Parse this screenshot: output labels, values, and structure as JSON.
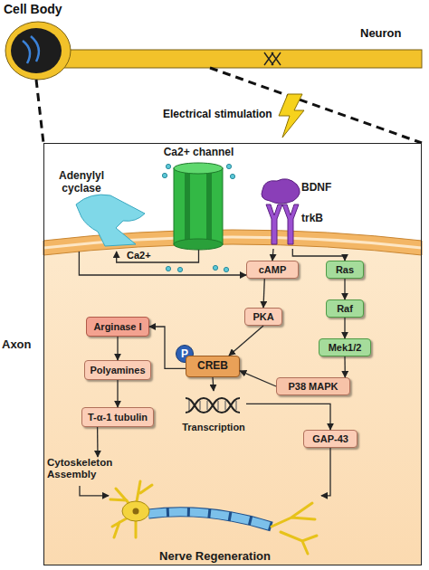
{
  "diagram": {
    "nodes": [
      {
        "text": [
          "Axon"
        ]
      },
      {
        "text": [
          "Adenylyl cyclase"
        ],
        "in": 0
      },
      {
        "text": [
          "Ca2+ channel"
        ],
        "in": 0
      },
      {
        "text": [
          "BDNF",
          "trkB"
        ],
        "in": 0
      },
      {
        "text": [
          "cAMP"
        ],
        "in": 0
      },
      {
        "text": [
          "Ras"
        ],
        "in": 0
      },
      {
        "text": [
          "PKA"
        ],
        "in": 0
      },
      {
        "text": [
          "Raf"
        ],
        "in": 0
      },
      {
        "text": [
          "Arginase I"
        ],
        "in": 0
      },
      {
        "text": [
          "Mek1/2"
        ],
        "in": 0
      },
      {
        "text": [
          "P"
        ],
        "in": 0
      },
      {
        "text": [
          "CREB"
        ],
        "in": 0
      },
      {
        "text": [
          "Polyamines"
        ],
        "in": 0
      },
      {
        "text": [
          "P38 MAPK"
        ],
        "in": 0
      },
      {
        "text": [
          "T-α-1 tubulin"
        ],
        "in": 0
      },
      {
        "text": [
          "Transcription"
        ],
        "in": 0
      },
      {
        "text": [
          "GAP-43"
        ],
        "in": 0
      },
      {
        "text": [
          "Cytoskeleton Assembly"
        ],
        "in": 0
      },
      {
        "text": [
          "Nerve Regeneration"
        ],
        "in": 0
      }
    ],
    "edges": [
      {
        "from": 2,
        "to": 1,
        "arrow": "to"
      },
      {
        "from": 1,
        "to": 4,
        "arrow": "to"
      },
      {
        "from": 3,
        "to": 4,
        "arrow": "to"
      },
      {
        "from": 3,
        "to": 5,
        "arrow": "to"
      },
      {
        "from": 4,
        "to": 6,
        "arrow": "to"
      },
      {
        "from": 6,
        "to": 11,
        "arrow": "to"
      },
      {
        "from": 5,
        "to": 7,
        "arrow": "to"
      },
      {
        "from": 7,
        "to": 9,
        "arrow": "to"
      },
      {
        "from": 9,
        "to": 13,
        "arrow": "to"
      },
      {
        "from": 13,
        "to": 11,
        "arrow": "to"
      },
      {
        "from": 11,
        "to": 8,
        "arrow": "to"
      },
      {
        "from": 8,
        "to": 12,
        "arrow": "to"
      },
      {
        "from": 12,
        "to": 14,
        "arrow": "to"
      },
      {
        "from": 14,
        "to": 17,
        "arrow": "to"
      },
      {
        "from": 17,
        "to": 18,
        "arrow": "to"
      },
      {
        "from": 11,
        "to": 15,
        "arrow": "to"
      },
      {
        "from": 15,
        "to": 16,
        "arrow": "to"
      },
      {
        "from": 16,
        "to": 18,
        "arrow": "to"
      }
    ],
    "labels": [
      "Cell Body",
      "Neuron",
      "Electrical stimulation",
      "Ca2+"
    ]
  }
}
